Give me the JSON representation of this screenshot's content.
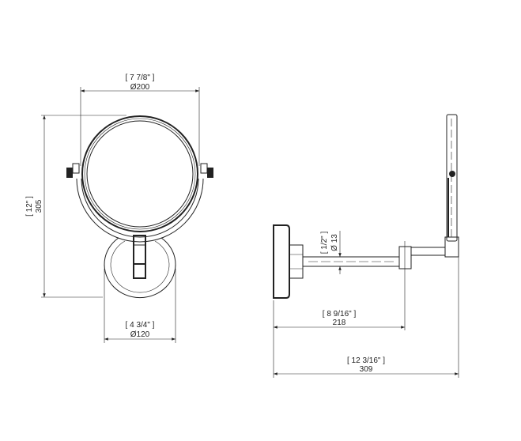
{
  "front_view": {
    "width_in": "[ 7 7/8\" ]",
    "width_mm": "Ø200",
    "height_in": "[ 12\" ]",
    "height_mm": "305",
    "base_in": "[ 4 3/4\" ]",
    "base_mm": "Ø120"
  },
  "side_view": {
    "arm_dia_in": "[ 1/2\" ]",
    "arm_dia_mm": "Ø 13",
    "arm_len_in": "[ 8 9/16\" ]",
    "arm_len_mm": "218",
    "total_in": "[ 12 3/16\" ]",
    "total_mm": "309"
  }
}
